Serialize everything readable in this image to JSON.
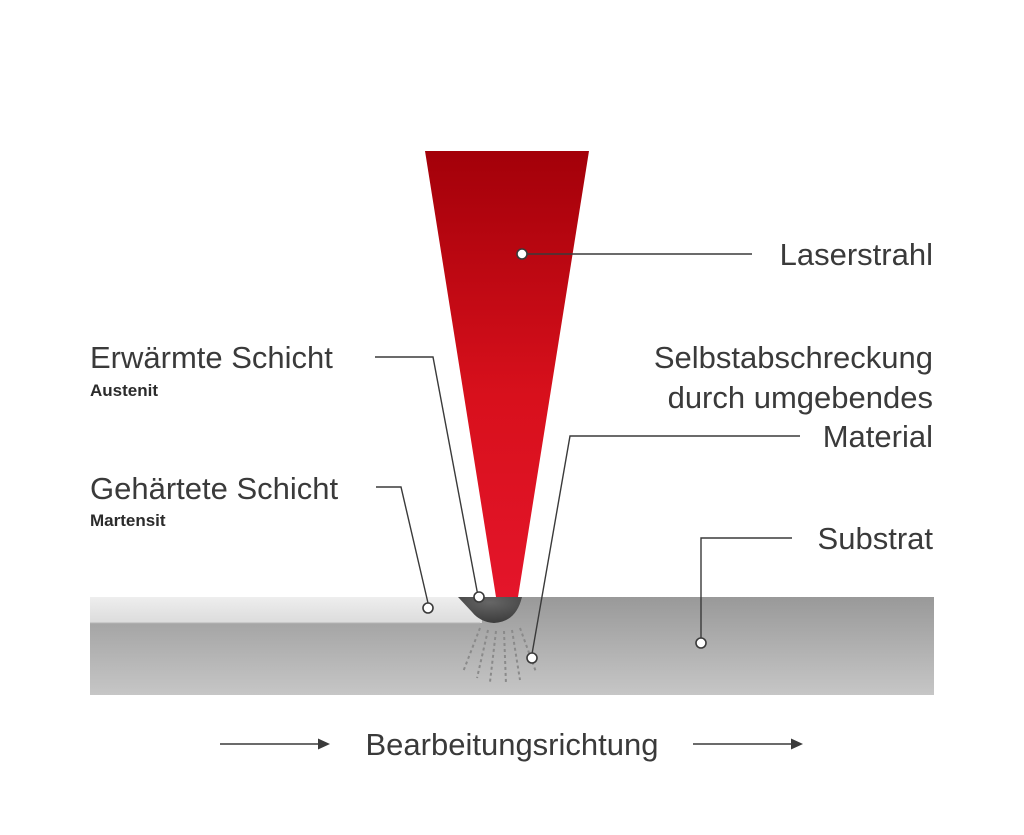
{
  "labels": {
    "laser": "Laserstrahl",
    "heated_layer": "Erwärmte Schicht",
    "heated_layer_sub": "Austenit",
    "hardened_layer": "Gehärtete Schicht",
    "hardened_layer_sub": "Martensit",
    "quench_line1": "Selbstabschreckung",
    "quench_line2": "durch umgebendes",
    "quench_line3": "Material",
    "substrate": "Substrat",
    "direction": "Bearbeitungsrichtung"
  },
  "colors": {
    "laser_top": "#a30009",
    "laser_mid": "#d8101c",
    "laser_bottom": "#e4152a",
    "hardened_layer": "#e9e9e9",
    "substrate_top": "#999999",
    "substrate_bottom": "#c6c6c6",
    "melt_zone": "#4d4d4d",
    "text": "#3a3a3a"
  }
}
